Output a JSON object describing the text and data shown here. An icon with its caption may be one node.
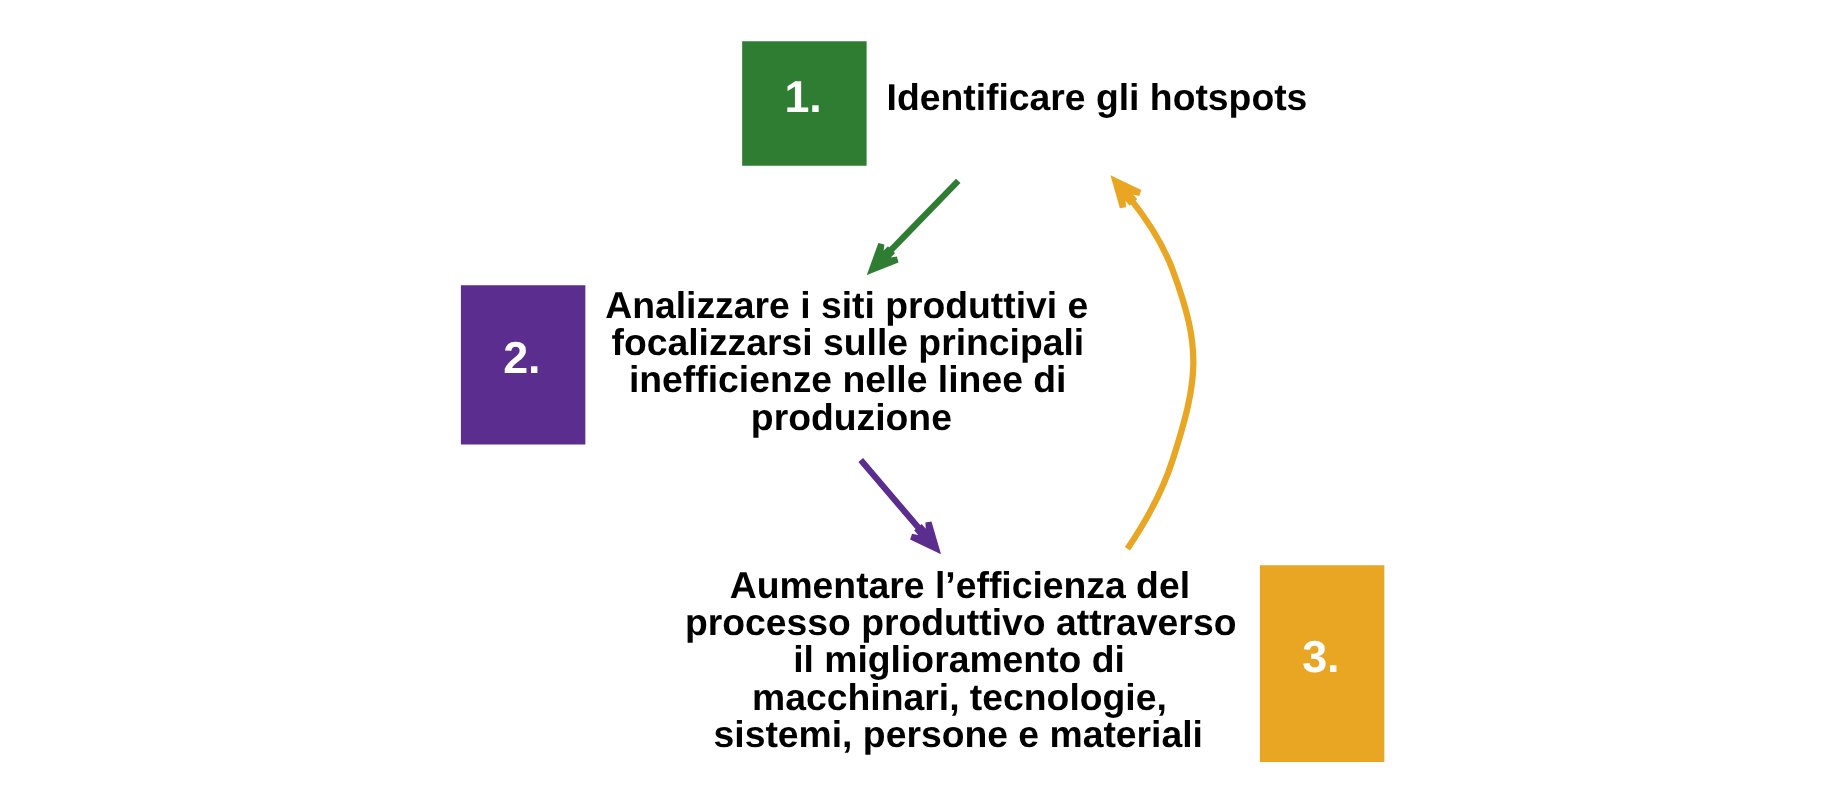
{
  "diagram": {
    "nodes": [
      {
        "text": [
          "1."
        ],
        "beside": [
          "Identificare gli hotspots"
        ]
      },
      {
        "text": [
          "2."
        ],
        "beside": [
          "Analizzare i siti produttivi e focalizzarsi sulle principali inefficienze nelle linee di produzione"
        ]
      },
      {
        "text": [
          "3."
        ],
        "beside": [
          "Aumentare l’efficienza del processo produttivo attraverso il miglioramento di macchinari, tecnologie, sistemi, persone e materiali"
        ]
      }
    ],
    "edges": [
      {
        "from": 0,
        "to": 1,
        "arrow": "to",
        "color": "#2e7d32"
      },
      {
        "from": 1,
        "to": 2,
        "arrow": "to",
        "color": "#5b2d8e"
      },
      {
        "from": 2,
        "to": 0,
        "arrow": "to",
        "color": "#e8a623"
      }
    ]
  }
}
